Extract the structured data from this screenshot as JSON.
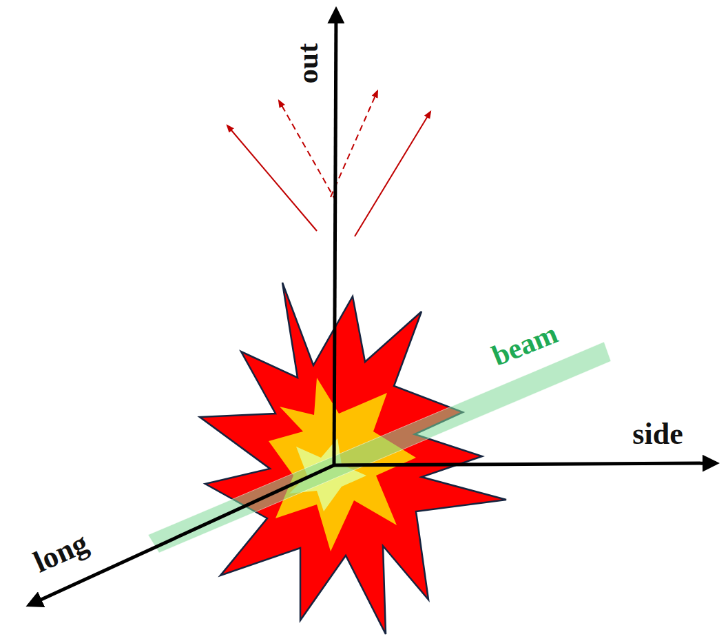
{
  "diagram": {
    "labels": [
      "out",
      "side",
      "long",
      "beam"
    ]
  }
}
